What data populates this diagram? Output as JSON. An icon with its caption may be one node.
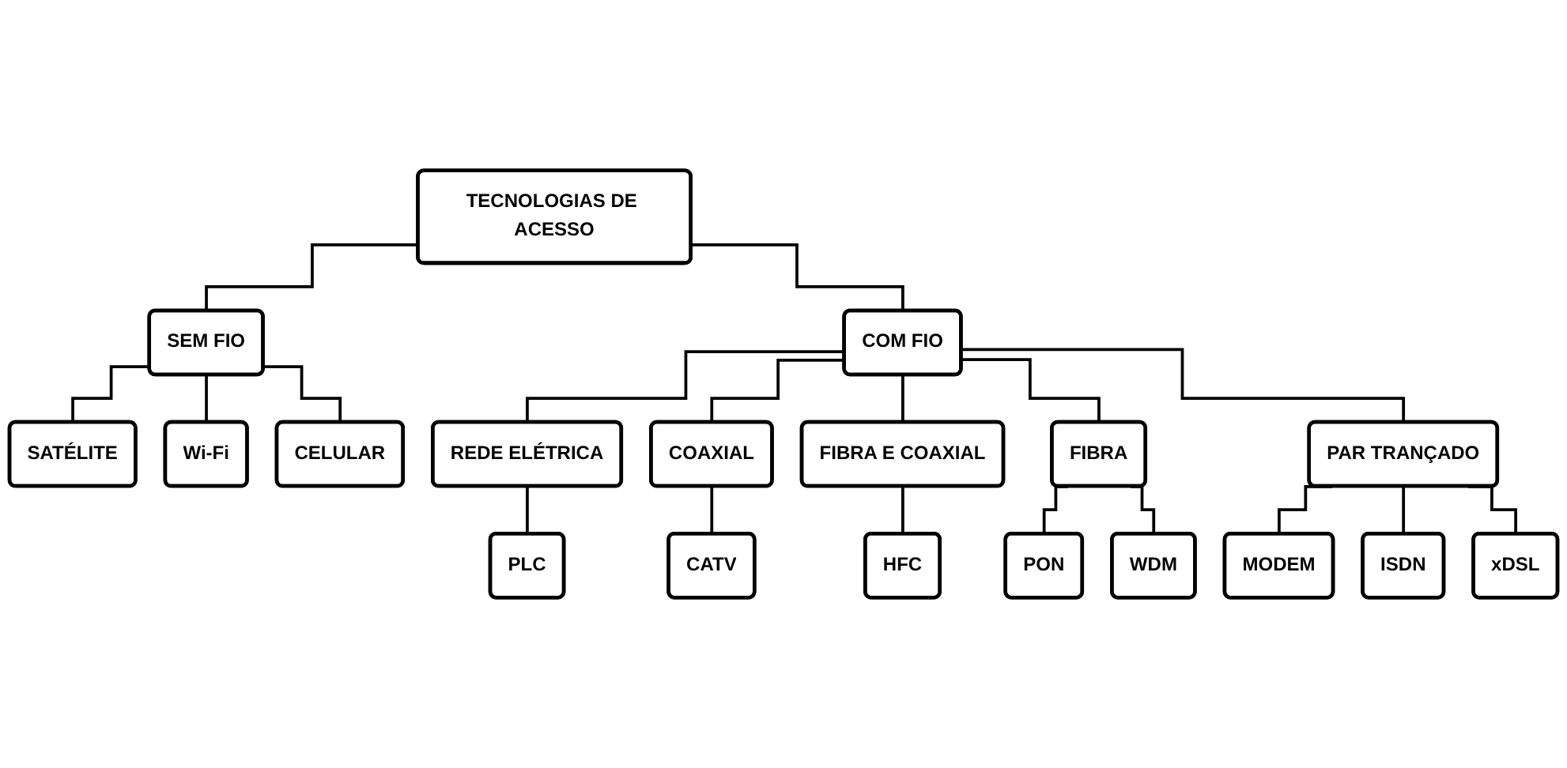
{
  "diagram": {
    "nodes": [
      {
        "text": [
          "SATÉLITE"
        ]
      },
      {
        "text": [
          "Wi-Fi"
        ]
      },
      {
        "text": [
          "CELULAR"
        ]
      },
      {
        "text": [
          "PLC"
        ]
      },
      {
        "text": [
          "REDE ELÉTRICA"
        ]
      },
      {
        "text": [
          "COM FIO"
        ]
      },
      {
        "text": [
          "TECNOLOGIAS DE ACESSO"
        ]
      },
      {
        "text": [
          "SEM FIO"
        ]
      },
      {
        "text": [
          "COAXIAL"
        ]
      },
      {
        "text": [
          "FIBRA E COAXIAL"
        ]
      },
      {
        "text": [
          "FIBRA"
        ]
      },
      {
        "text": [
          "PAR TRANÇADO"
        ]
      },
      {
        "text": [
          "CATV"
        ]
      },
      {
        "text": [
          "HFC"
        ]
      },
      {
        "text": [
          "PON"
        ]
      },
      {
        "text": [
          "WDM"
        ]
      },
      {
        "text": [
          "MODEM"
        ]
      },
      {
        "text": [
          "ISDN"
        ]
      },
      {
        "text": [
          "xDSL"
        ]
      }
    ],
    "edges": [
      {
        "from": 6,
        "to": 5,
        "arrow": "none"
      },
      {
        "from": 6,
        "to": 7,
        "arrow": "none"
      },
      {
        "from": 7,
        "to": 0,
        "arrow": "none"
      },
      {
        "from": 7,
        "to": 1,
        "arrow": "none"
      },
      {
        "from": 7,
        "to": 2,
        "arrow": "none"
      },
      {
        "from": 4,
        "to": 3,
        "arrow": "none"
      },
      {
        "from": 5,
        "to": 4,
        "arrow": "none"
      },
      {
        "from": 5,
        "to": 8,
        "arrow": "none"
      },
      {
        "from": 5,
        "to": 9,
        "arrow": "none"
      },
      {
        "from": 5,
        "to": 10,
        "arrow": "none"
      },
      {
        "from": 5,
        "to": 11,
        "arrow": "none"
      },
      {
        "from": 8,
        "to": 12,
        "arrow": "none"
      },
      {
        "from": 9,
        "to": 13,
        "arrow": "none"
      },
      {
        "from": 10,
        "to": 14,
        "arrow": "none"
      },
      {
        "from": 10,
        "to": 15,
        "arrow": "none"
      },
      {
        "from": 11,
        "to": 16,
        "arrow": "none"
      },
      {
        "from": 11,
        "to": 17,
        "arrow": "none"
      },
      {
        "from": 11,
        "to": 18,
        "arrow": "none"
      }
    ]
  }
}
